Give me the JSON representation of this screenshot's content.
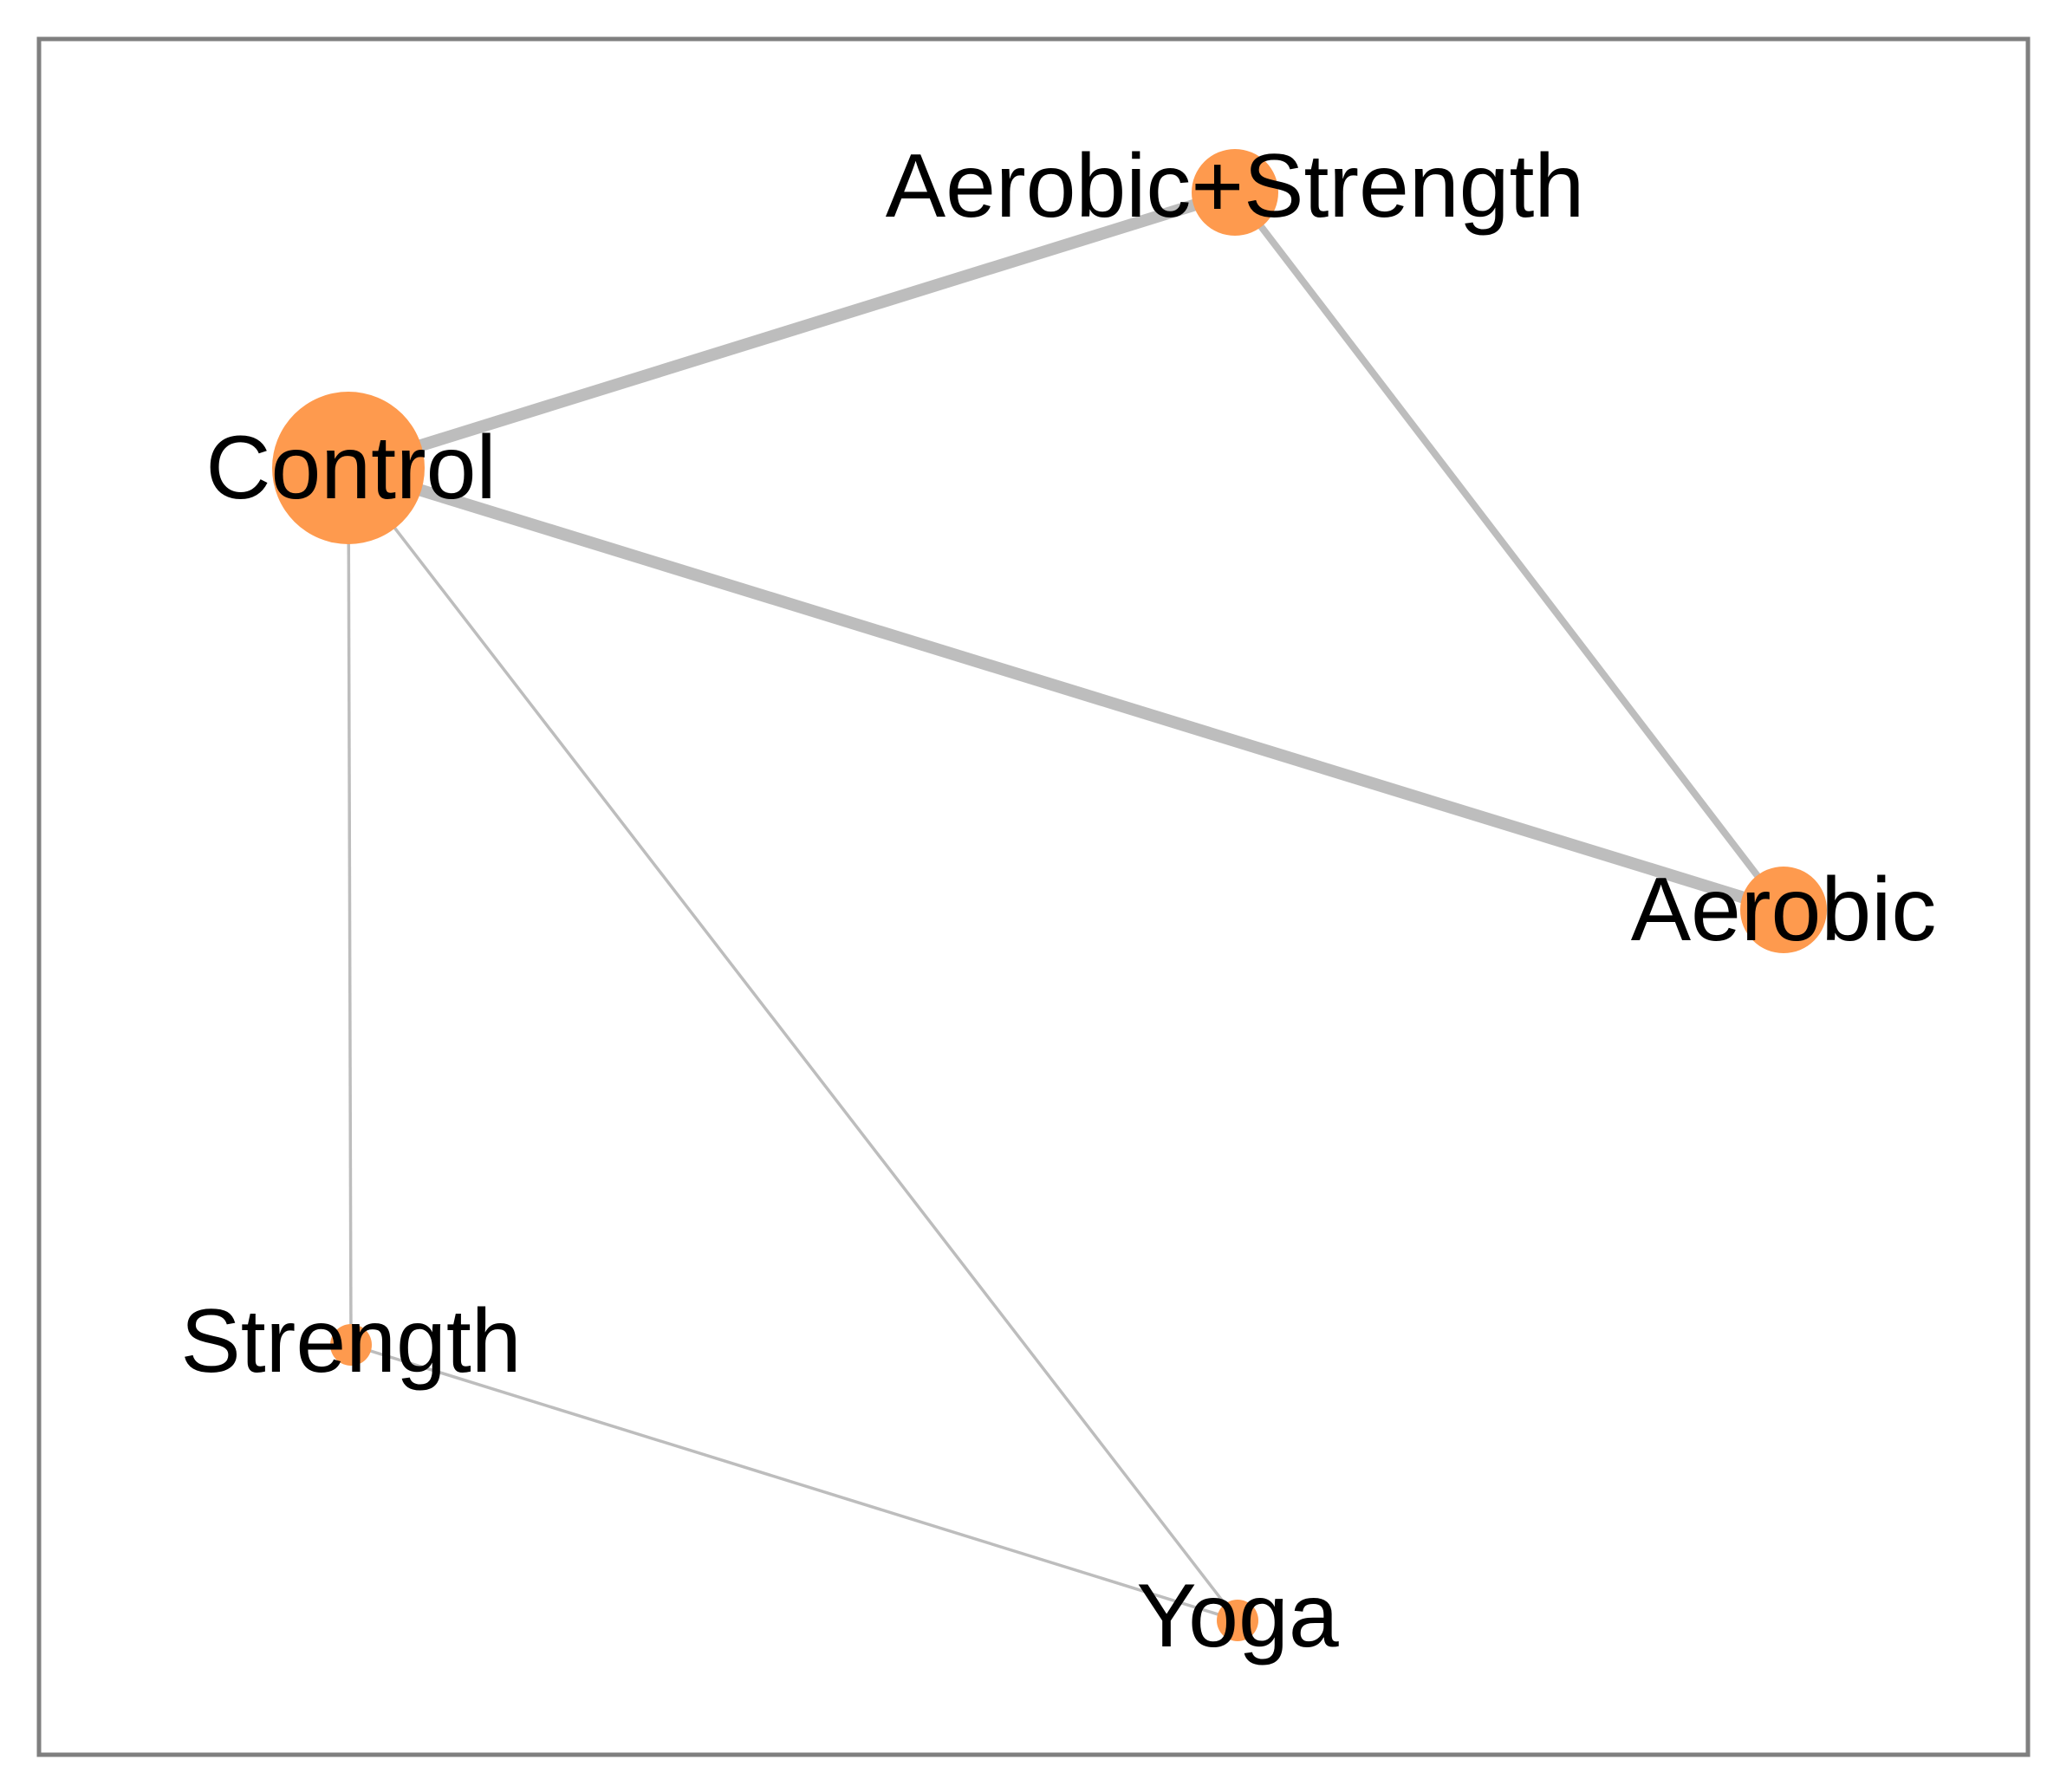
{
  "diagram": {
    "type": "network",
    "colors": {
      "node": "#FE9A4E",
      "edge": "#BDBDBD",
      "frame": "#7F7F7F",
      "label": "#000000"
    },
    "nodes": [
      {
        "id": "control",
        "label": "Control",
        "size": "large"
      },
      {
        "id": "aerobic_strength",
        "label": "Aerobic+Strength",
        "size": "small"
      },
      {
        "id": "aerobic",
        "label": "Aerobic",
        "size": "small"
      },
      {
        "id": "strength",
        "label": "Strength",
        "size": "tiny"
      },
      {
        "id": "yoga",
        "label": "Yoga",
        "size": "tiny"
      }
    ],
    "edges": [
      {
        "source": "control",
        "target": "aerobic_strength",
        "weight": "thick"
      },
      {
        "source": "control",
        "target": "aerobic",
        "weight": "thick"
      },
      {
        "source": "aerobic_strength",
        "target": "aerobic",
        "weight": "medium"
      },
      {
        "source": "control",
        "target": "strength",
        "weight": "thin"
      },
      {
        "source": "control",
        "target": "yoga",
        "weight": "thin"
      },
      {
        "source": "strength",
        "target": "yoga",
        "weight": "thin"
      }
    ]
  }
}
